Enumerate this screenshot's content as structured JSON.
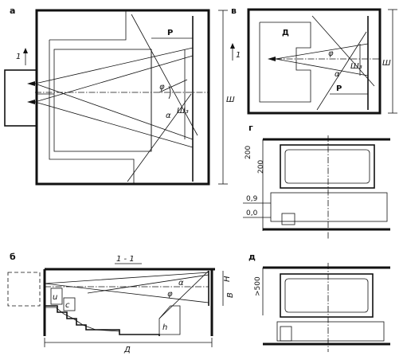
{
  "panels": {
    "a": {
      "letter": "а",
      "label_1": "1",
      "label_P": "Р",
      "label_Sh": "Ш",
      "label_Sh3": "Ш₃",
      "label_phi": "φ",
      "label_alpha": "α"
    },
    "v": {
      "letter": "в",
      "label_D": "Д",
      "label_1": "1",
      "label_P": "Р",
      "label_Sh": "Ш",
      "label_Sh3": "Ш₃",
      "label_phi": "φ",
      "label_alpha": "α"
    },
    "g": {
      "letter": "г",
      "dim_200a": "200",
      "dim_200b": "200",
      "dim_09": "0,9",
      "dim_00": "0,0"
    },
    "b": {
      "letter": "б",
      "section": "1 - 1",
      "label_u": "u",
      "label_c": "c",
      "label_h": "h",
      "label_D": "Д",
      "label_B": "В",
      "label_H": "Н",
      "label_phi": "φ",
      "label_alpha": "α"
    },
    "d": {
      "letter": "д",
      "dim_500": ">500"
    }
  }
}
